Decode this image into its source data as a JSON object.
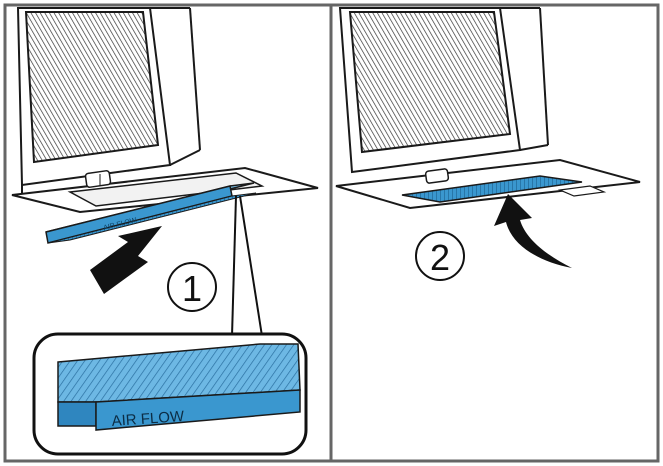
{
  "figure": {
    "panels": [
      {
        "step_label": "1",
        "filter_print": "AIR FLOW",
        "detail_print": "AIR FLOW",
        "arrow_icon": "up-arrow-icon"
      },
      {
        "step_label": "2",
        "arrow_icon": "curved-arrow-icon"
      }
    ],
    "colors": {
      "filter_blue": "#3a97cf",
      "filter_light": "#7cc2ea",
      "filter_dark": "#1b5f8f",
      "line": "#1a1a1a",
      "frame": "#666666"
    }
  }
}
